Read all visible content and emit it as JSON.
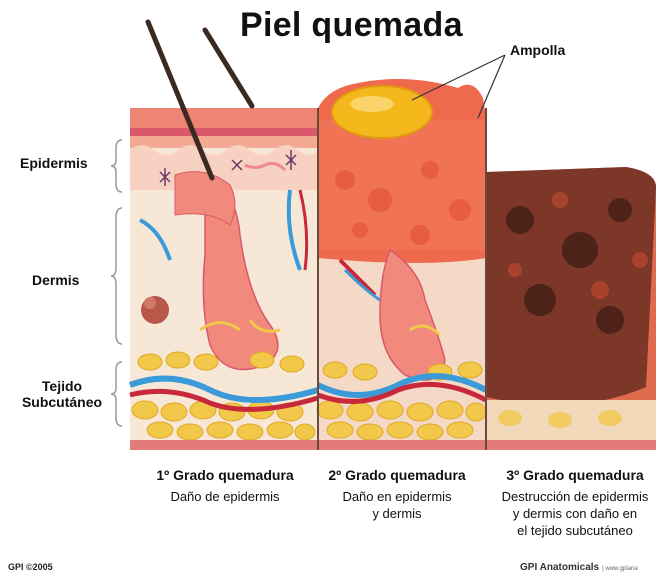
{
  "title": "Piel quemada",
  "labels": {
    "blister": "Ampolla",
    "epidermis": "Epidermis",
    "dermis": "Dermis",
    "subcutaneous_line1": "Tejido",
    "subcutaneous_line2": "Subcutáneo"
  },
  "sections": [
    {
      "title": "1º Grado quemadura",
      "desc_lines": [
        "Daño de epidermis"
      ]
    },
    {
      "title": "2º Grado quemadura",
      "desc_lines": [
        "Daño en epidermis",
        "y dermis"
      ]
    },
    {
      "title": "3º Grado quemadura",
      "desc_lines": [
        "Destrucción de epidermis",
        "y dermis con daño en",
        "el tejido subcutáneo"
      ]
    }
  ],
  "footer": {
    "copyright": "GPI ©2005",
    "brand": "GPI Anatomicals",
    "brand_small": "| www.gpiana"
  },
  "colors": {
    "epidermis": "#f08a78",
    "dermis": "#f6e6d4",
    "fat": "#f2c84a",
    "vein": "#3b9ad8",
    "artery": "#c8283a",
    "burn": "#ef6a4c",
    "blister": "#f4b81c",
    "char": "#6a2e22"
  }
}
